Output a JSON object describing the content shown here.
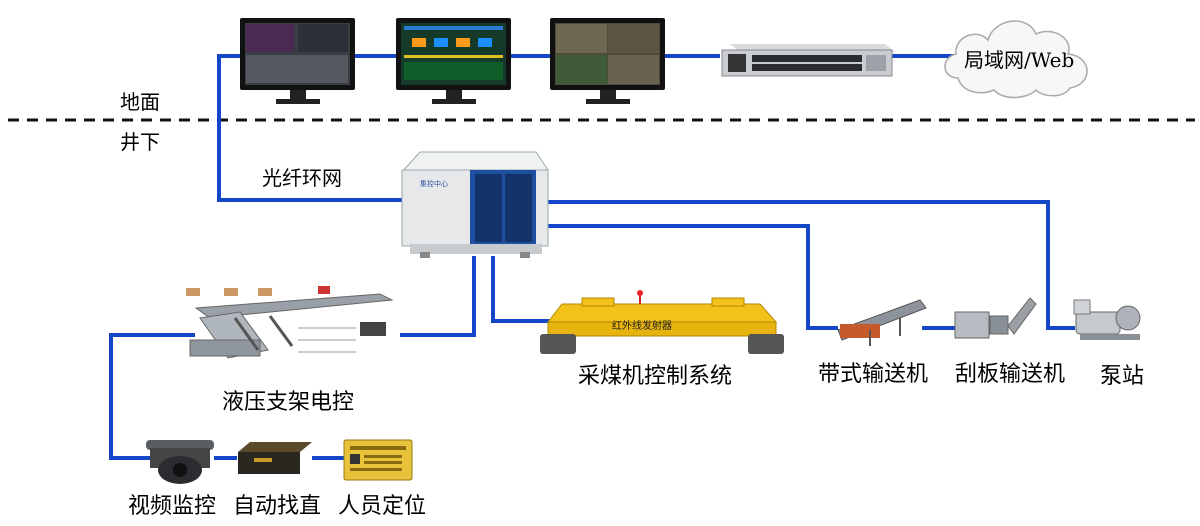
{
  "labels": {
    "surface": "地面",
    "underground": "井下",
    "fiber_ring": "光纤环网",
    "lan_web": "局域网/Web",
    "hydraulic_support": "液压支架电控",
    "shearer_control": "采煤机控制系统",
    "belt_conveyor": "带式输送机",
    "scraper_conveyor": "刮板输送机",
    "pump_station": "泵站",
    "video_monitor": "视频监控",
    "auto_straighten": "自动找直",
    "personnel_location": "人员定位"
  },
  "device_text": {
    "control_center": "集控中心",
    "ir_emitter": "红外线发射器"
  },
  "colors": {
    "network_line": "#1447c8",
    "device_body": "#e6e8ea",
    "cabinet_door": "#1f4fa0",
    "shearer_yellow": "#f2c21a"
  }
}
